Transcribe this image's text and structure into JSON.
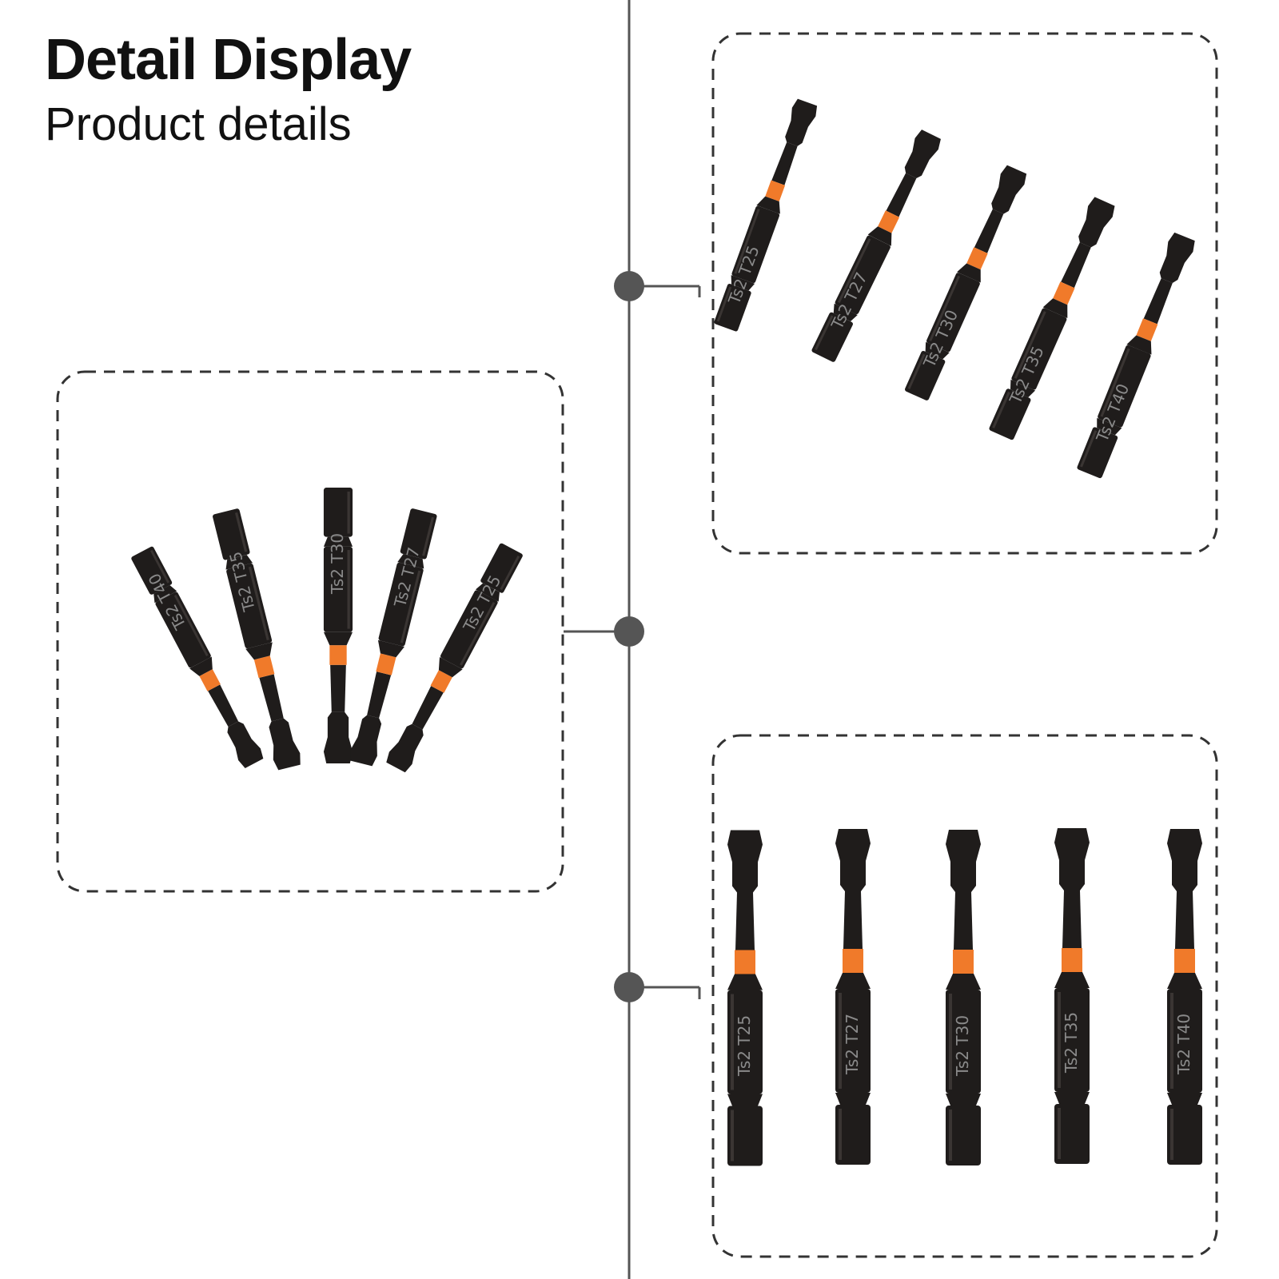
{
  "header": {
    "title": "Detail Display",
    "subtitle": "Product details"
  },
  "colors": {
    "bit_body": "#1f1c1b",
    "bit_edge": "#3a3533",
    "band": "#f07a2a",
    "connector": "#555555",
    "dash": "#333333",
    "label": "#8a8a8a"
  },
  "panels": {
    "top_right": {
      "labels": [
        "Ts2 T25",
        "Ts2 T27",
        "Ts2 T30",
        "Ts2 T35",
        "Ts2 T40"
      ]
    },
    "middle_left": {
      "labels": [
        "Ts2 T40",
        "Ts2 T35",
        "Ts2 T30",
        "Ts2 T27",
        "Ts2 T25"
      ]
    },
    "bottom_right": {
      "labels": [
        "Ts2 T25",
        "Ts2 T27",
        "Ts2 T30",
        "Ts2 T35",
        "Ts2 T40"
      ]
    }
  }
}
